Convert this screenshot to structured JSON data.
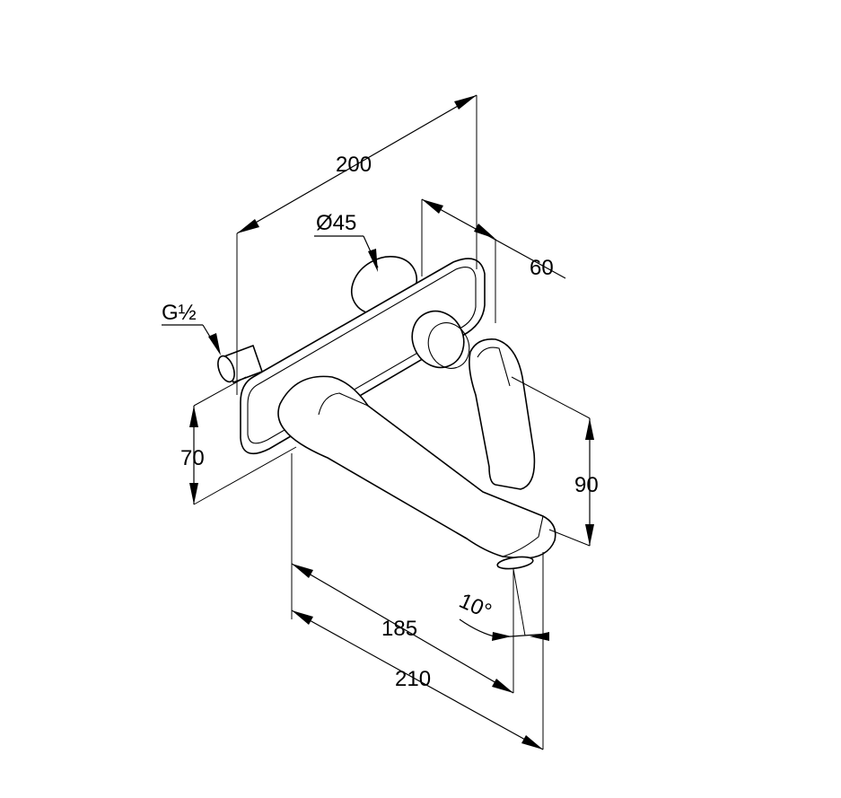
{
  "dimensions": {
    "width_200": "200",
    "diameter_45": "Ø45",
    "depth_60": "60",
    "thread": "G½",
    "height_70": "70",
    "height_90": "90",
    "length_185": "185",
    "length_210": "210",
    "angle_10": "10°"
  }
}
